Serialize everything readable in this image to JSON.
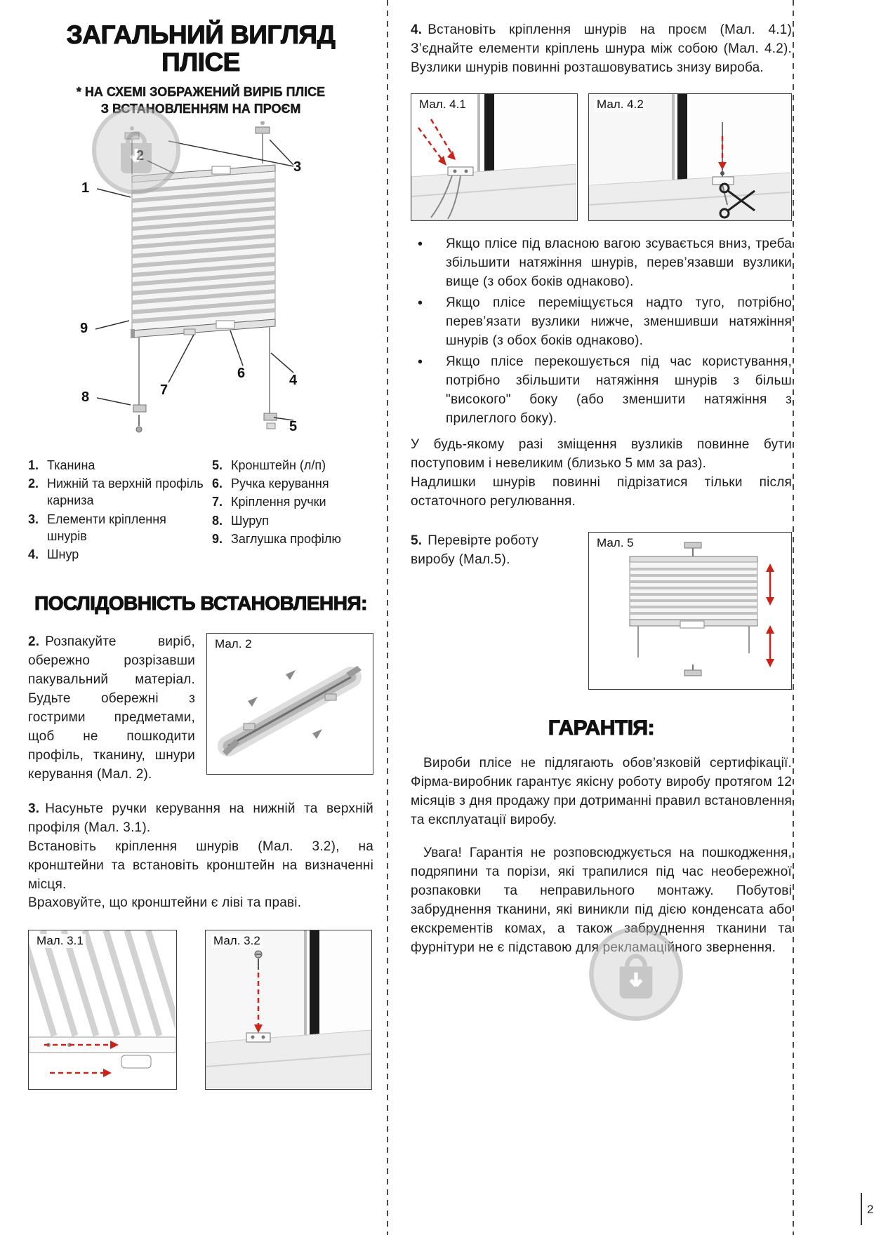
{
  "page": {
    "number": "2"
  },
  "colors": {
    "arrow_red": "#c9231a",
    "text": "#1c1c1c",
    "frame_dark": "#1b1b1b"
  },
  "left": {
    "title_line1": "ЗАГАЛЬНИЙ ВИГЛЯД",
    "title_line2": "ПЛІСЕ",
    "subtitle_line1": "* НА СХЕМІ ЗОБРАЖЕНИЙ ВИРІБ ПЛІСЕ",
    "subtitle_line2": "З ВСТАНОВЛЕННЯМ НА ПРОЄМ",
    "diagram": {
      "callouts": [
        "1",
        "2",
        "3",
        "4",
        "5",
        "6",
        "7",
        "8",
        "9"
      ]
    },
    "legend_left": [
      {
        "num": "1.",
        "text": "Тканина"
      },
      {
        "num": "2.",
        "text": "Нижній та верхній профіль карниза"
      },
      {
        "num": "3.",
        "text": "Елементи кріплення шнурів"
      },
      {
        "num": "4.",
        "text": "Шнур"
      }
    ],
    "legend_right": [
      {
        "num": "5.",
        "text": "Кронштейн (л/п)"
      },
      {
        "num": "6.",
        "text": "Ручка керування"
      },
      {
        "num": "7.",
        "text": "Кріплення ручки"
      },
      {
        "num": "8.",
        "text": "Шуруп"
      },
      {
        "num": "9.",
        "text": "Заглушка профілю"
      }
    ],
    "sequence_header": "ПОСЛІДОВНІСТЬ ВСТАНОВЛЕННЯ:",
    "step2": {
      "num": "2.",
      "text": "Розпакуйте виріб, обережно розрізавши пакувальний матеріал. Будьте обережні з гострими предметами, щоб не пошкодити профіль, тканину, шнури керування (Мал. 2)."
    },
    "fig2_label": "Мал. 2",
    "step3": {
      "num": "3.",
      "line1": "Насуньте ручки керування на нижній та верхній профіля (Мал. 3.1).",
      "line2": "Встановіть кріплення шнурів (Мал. 3.2), на кронштейни та встановіть кронштейн на визначенні місця.",
      "line3": "Враховуйте, що кронштейни є ліві та праві."
    },
    "fig31_label": "Мал. 3.1",
    "fig32_label": "Мал. 3.2"
  },
  "right": {
    "step4": {
      "num": "4.",
      "text": "Встановіть кріплення шнурів на проєм (Мал. 4.1) З’єднайте елементи кріплень шнура між собою (Мал. 4.2). Вузлики шнурів повинні розташовуватись знизу вироба."
    },
    "fig41_label": "Мал. 4.1",
    "fig42_label": "Мал. 4.2",
    "bullet_char": "•",
    "bullets": [
      "Якщо плісе під власною вагою зсувається вниз, треба збільшити натяжіння шнурів, перев’язавши вузлики вище (з обох боків однаково).",
      "Якщо плісе переміщується надто туго, потрібно перев’язати вузлики нижче, зменшивши натяжіння шнурів (з обох боків однаково).",
      "Якщо плісе перекошується під час користування, потрібно збільшити натяжіння шнурів з більш \"високого\" боку (або зменшити натяжіння з прилеглого боку)."
    ],
    "adjust_p1": "У будь-якому разі зміщення вузликів повинне бути поступовим і невеликим (близько 5 мм за раз).",
    "adjust_p2": "Надлишки шнурів повинні підрізатися тільки після остаточного регулювання.",
    "step5": {
      "num": "5.",
      "text": "Перевірте роботу виробу (Мал.5)."
    },
    "fig5_label": "Мал. 5",
    "warranty_header": "ГАРАНТІЯ:",
    "warranty_p1": "Вироби плісе не підлягають обов’язковій сертифікації. Фірма-виробник гарантує якісну роботу виробу протягом 12 місяців з дня продажу при дотриманні правил встановлення та експлуатації виробу.",
    "warranty_p2": "Увага! Гарантія не розповсюджується на пошкодження, подряпини та порізи, які трапилися під час необережної розпаковки та неправильного монтажу. Побутові забруднення тканини, які виникли під дією конденсата або екскрементів комах, а також забруднення тканини та фурнітури не є підставою для рекламаційного звернення."
  }
}
